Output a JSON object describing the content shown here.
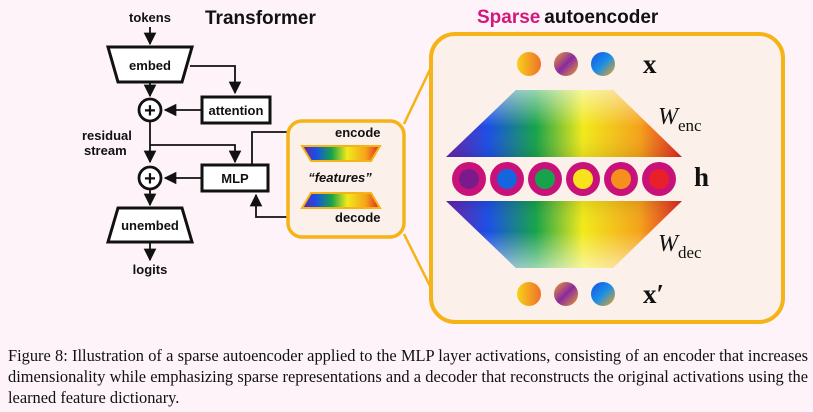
{
  "colors": {
    "background": "#fdf3f8",
    "sae_border": "#f5b318",
    "sae_panel": "#fbf1ea",
    "sparse_accent": "#d4177a",
    "ring": "#c8127a"
  },
  "figure": {
    "transformer_title": "Transformer",
    "sae_title_sparse": "Sparse",
    "sae_title_rest": " autoencoder",
    "tokens": "tokens",
    "embed": "embed",
    "attention": "attention",
    "residual": "residual",
    "stream": "stream",
    "mlp": "MLP",
    "unembed": "unembed",
    "logits": "logits",
    "encode": "encode",
    "decode": "decode",
    "features": "“features”",
    "x_label": "x",
    "h_label": "h",
    "x_prime_label": "x′",
    "w_enc_main": "W",
    "w_enc_sub": "enc",
    "w_dec_main": "W",
    "w_dec_sub": "dec",
    "h_dot_colors": [
      "#7b1a8c",
      "#1565e0",
      "#17a34a",
      "#f7e21c",
      "#f5901e",
      "#e8202a"
    ]
  },
  "caption": "Figure 8: Illustration of a sparse autoencoder applied to the MLP layer activations, consisting of an encoder that increases dimensionality while emphasizing sparse representations and a decoder that reconstructs the original activations using the learned feature dictionary."
}
